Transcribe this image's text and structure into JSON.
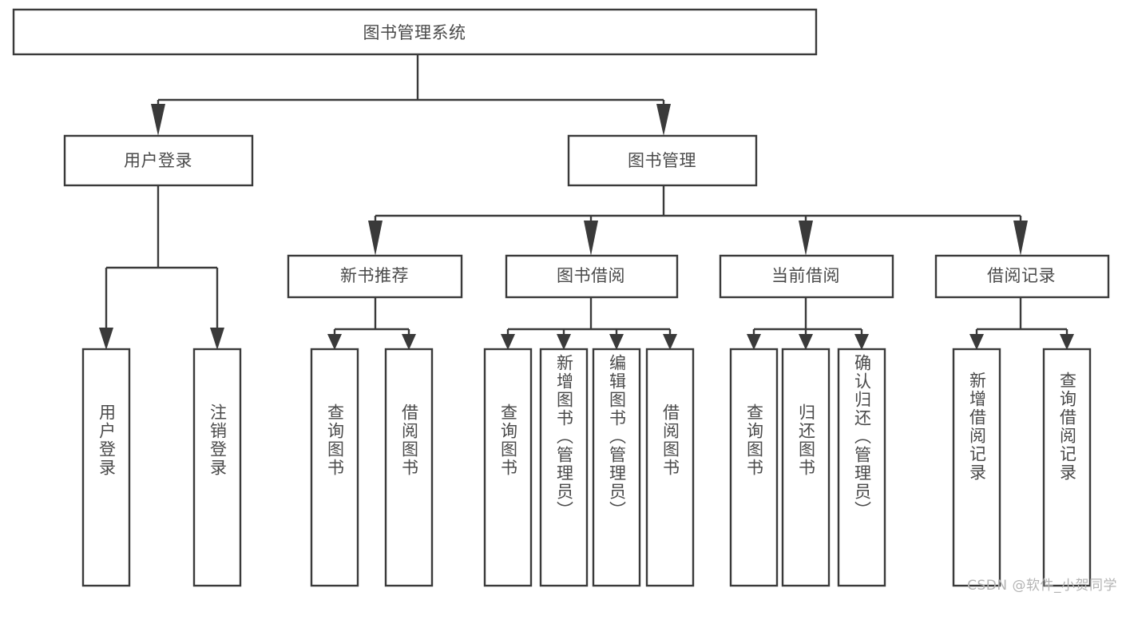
{
  "diagram": {
    "type": "tree-hierarchy",
    "title": "图书管理系统",
    "orientation": "top-down",
    "levels": 4,
    "root": {
      "id": "root",
      "label": "图书管理系统"
    },
    "level2": [
      {
        "id": "user-login",
        "label": "用户登录"
      },
      {
        "id": "book-management",
        "label": "图书管理"
      }
    ],
    "level3": [
      {
        "id": "new-book-recommend",
        "label": "新书推荐",
        "parent": "book-management"
      },
      {
        "id": "book-borrow",
        "label": "图书借阅",
        "parent": "book-management"
      },
      {
        "id": "current-borrow",
        "label": "当前借阅",
        "parent": "book-management"
      },
      {
        "id": "borrow-record",
        "label": "借阅记录",
        "parent": "book-management"
      }
    ],
    "leaves": [
      {
        "id": "leaf-user-login",
        "label": "用户登录",
        "parent": "user-login"
      },
      {
        "id": "leaf-logout-login",
        "label": "注销登录",
        "parent": "user-login"
      },
      {
        "id": "leaf-query-book-1",
        "label": "查询图书",
        "parent": "new-book-recommend"
      },
      {
        "id": "leaf-borrow-book-1",
        "label": "借阅图书",
        "parent": "new-book-recommend"
      },
      {
        "id": "leaf-query-book-2",
        "label": "查询图书",
        "parent": "book-borrow"
      },
      {
        "id": "leaf-add-book",
        "label": "新增图书（管理员）",
        "parent": "book-borrow"
      },
      {
        "id": "leaf-edit-book",
        "label": "编辑图书（管理员）",
        "parent": "book-borrow"
      },
      {
        "id": "leaf-borrow-book-2",
        "label": "借阅图书",
        "parent": "book-borrow"
      },
      {
        "id": "leaf-query-book-3",
        "label": "查询图书",
        "parent": "current-borrow"
      },
      {
        "id": "leaf-return-book",
        "label": "归还图书",
        "parent": "current-borrow"
      },
      {
        "id": "leaf-confirm-return",
        "label": "确认归还（管理员）",
        "parent": "current-borrow"
      },
      {
        "id": "leaf-add-record",
        "label": "新增借阅记录",
        "parent": "borrow-record"
      },
      {
        "id": "leaf-query-record",
        "label": "查询借阅记录",
        "parent": "borrow-record"
      }
    ]
  },
  "watermark": {
    "text": "CSDN @软件_小贺同学"
  },
  "colors": {
    "background": "#ffffff",
    "box_stroke": "#3a3a3a",
    "box_fill": "#ffffff",
    "label_text": "#4a4a4a",
    "connector": "#3a3a3a",
    "watermark_text": "#b4b4b4"
  }
}
